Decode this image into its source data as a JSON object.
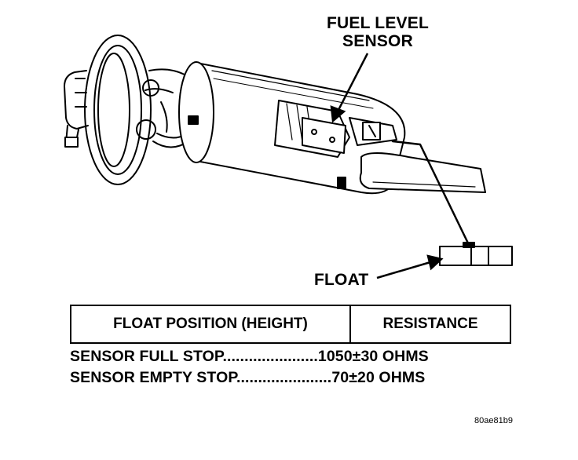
{
  "callouts": {
    "fuel_level_sensor_line1": "FUEL LEVEL",
    "fuel_level_sensor_line2": "SENSOR",
    "float": "FLOAT"
  },
  "table": {
    "headers": [
      "FLOAT POSITION (HEIGHT)",
      "RESISTANCE"
    ],
    "rows": [
      {
        "label": "SENSOR FULL STOP",
        "leader": "......................",
        "value": "1050±30 OHMS"
      },
      {
        "label": "SENSOR EMPTY STOP",
        "leader": "......................",
        "value": "70±20 OHMS"
      }
    ]
  },
  "figure_code": "80ae81b9",
  "colors": {
    "ink": "#000000",
    "paper": "#ffffff"
  }
}
